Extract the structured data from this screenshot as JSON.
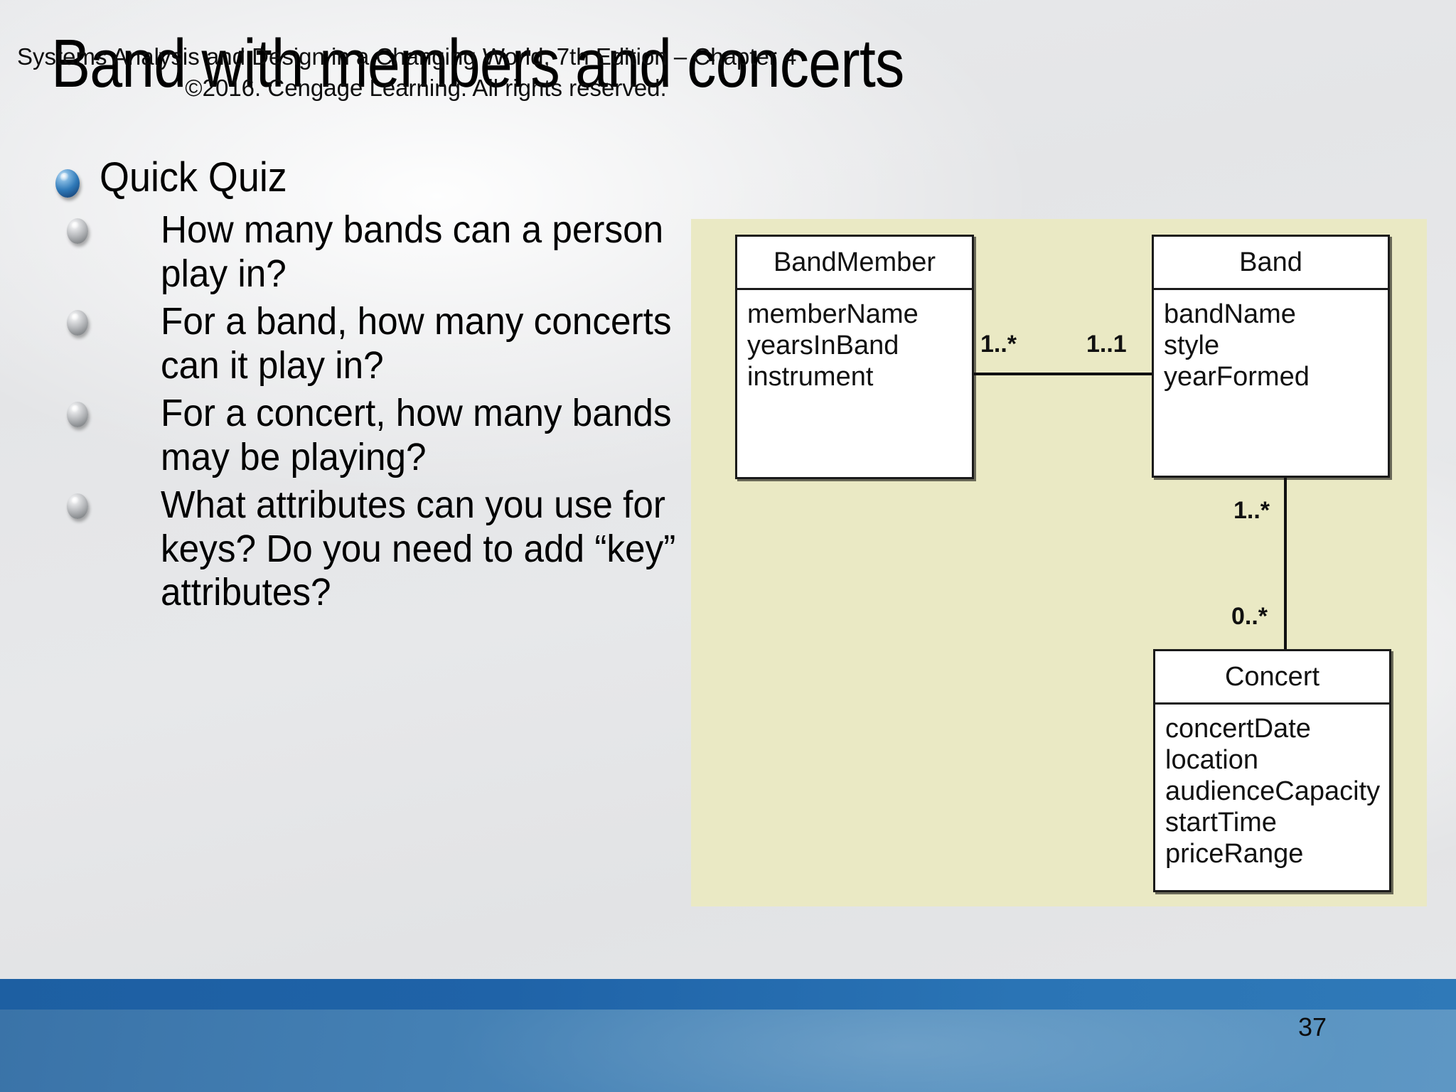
{
  "slide": {
    "title": "Band with members and concerts",
    "slide_number": "37"
  },
  "content": {
    "level1_bullet": "Quick Quiz",
    "level2_bullets": [
      "How many bands can a person play in?",
      "For a band, how many concerts can it play in?",
      "For a concert, how many bands may be playing?",
      "What attributes can you use for keys?  Do you need to add “key” attributes?"
    ]
  },
  "diagram": {
    "type": "uml-class-diagram",
    "panel_color": "#eae9c4",
    "classes": [
      {
        "name": "BandMember",
        "attributes": [
          "memberName",
          "yearsInBand",
          "instrument"
        ]
      },
      {
        "name": "Band",
        "attributes": [
          "bandName",
          "style",
          "yearFormed"
        ]
      },
      {
        "name": "Concert",
        "attributes": [
          "concertDate",
          "location",
          "audienceCapacity",
          "startTime",
          "priceRange"
        ]
      }
    ],
    "associations": [
      {
        "from": "BandMember",
        "to": "Band",
        "from_multiplicity": "1..*",
        "to_multiplicity": "1..1"
      },
      {
        "from": "Band",
        "to": "Concert",
        "from_multiplicity": "1..*",
        "to_multiplicity": "0..*"
      }
    ]
  },
  "footer": {
    "line1": "Systems Analysis and Design in a Changing World, 7th Edition – Chapter 4",
    "line2": "©2016. Cengage Learning. All rights reserved."
  }
}
